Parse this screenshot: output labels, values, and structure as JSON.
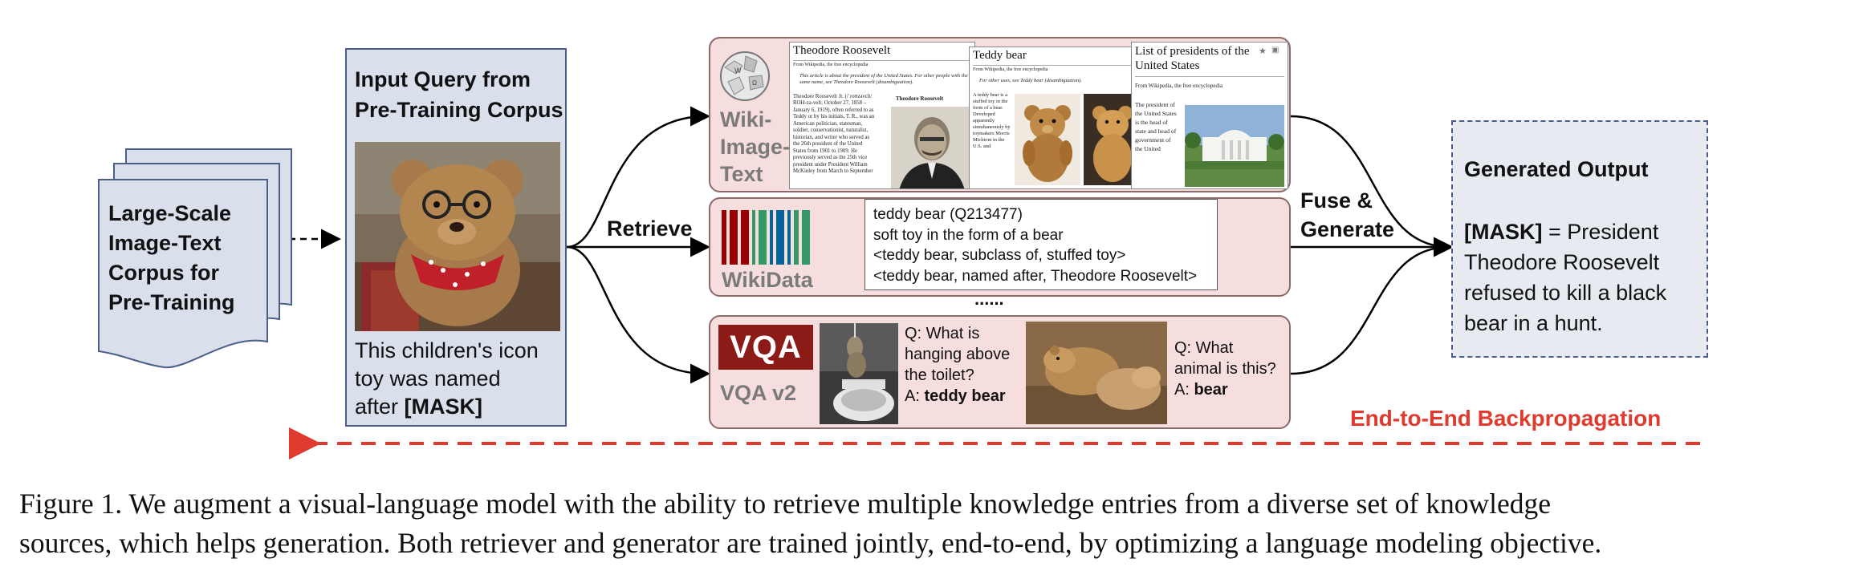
{
  "corpus": {
    "lines": [
      "Large-Scale",
      "Image-Text",
      "Corpus for",
      "Pre-Training"
    ]
  },
  "query": {
    "title_lines": [
      "Input Query from",
      "Pre-Training Corpus"
    ],
    "text_lines": [
      "This children's icon",
      "toy was named"
    ],
    "text_last_prefix": "after ",
    "mask": "[MASK]"
  },
  "retrieve_label": "Retrieve",
  "fuse_label_lines": [
    "Fuse &",
    "Generate"
  ],
  "ellipsis": "......",
  "wiki": {
    "label_lines": [
      "Wiki-",
      "Image-",
      "Text"
    ],
    "page1": {
      "title": "Theodore Roosevelt",
      "subtitle": "From Wikipedia, the free encyclopedia",
      "note": "This article is about the president of the United States. For other people with the same name, see Theodore Roosevelt (disambiguation).",
      "body": "Theodore Roosevelt Jr. (/ˈroʊzəvɛlt/ ROH-zə-velt; October 27, 1858 – January 6, 1919), often referred to as Teddy or by his initials, T. R., was an American politician, statesman, soldier, conservationist, naturalist, historian, and writer who served as the 26th president of the United States from 1901 to 1909. He previously served as the 25th vice president under President William McKinley from March to September",
      "caption": "Theodore Roosevelt"
    },
    "page2": {
      "title": "Teddy bear",
      "subtitle": "From Wikipedia, the free encyclopedia",
      "note": "For other uses, see Teddy bear (disambiguation).",
      "body": "A teddy bear is a stuffed toy in the form of a bear. Developed apparently simultaneously by toymakers Morris Michtom in the U.S. and"
    },
    "page3": {
      "title": "List of presidents of the United States",
      "subtitle": "From Wikipedia, the free encyclopedia",
      "body": "The president of the United States is the head of state and head of government of the United"
    }
  },
  "wikidata": {
    "label": "WikiData",
    "lines": [
      "teddy bear (Q213477)",
      "soft toy in the form of a bear",
      "<teddy bear, subclass of, stuffed toy>",
      "<teddy bear, named after, Theodore Roosevelt>"
    ]
  },
  "vqa": {
    "logo_text": "VQA",
    "label": "VQA v2",
    "qa1": {
      "q_lines": [
        "Q: What is",
        "hanging above",
        "the toilet?"
      ],
      "a_prefix": "A: ",
      "a_bold": "teddy bear"
    },
    "qa2": {
      "q_lines": [
        "Q: What",
        "animal is this?"
      ],
      "a_prefix": "A: ",
      "a_bold": "bear"
    }
  },
  "output": {
    "title": "Generated Output",
    "mask": "[MASK]",
    "first_rest": " = President",
    "lines": [
      "Theodore Roosevelt",
      "refused to kill a black",
      "bear in a hunt."
    ]
  },
  "backprop_label": "End-to-End Backpropagation",
  "caption": {
    "line1": "Figure 1. We augment a visual-language model with the ability to retrieve multiple knowledge entries from a diverse set of knowledge",
    "line2": "sources, which helps generation. Both retriever and generator are trained jointly, end-to-end, by optimizing a language modeling objective."
  },
  "colors": {
    "blue_fill": "#d9dfeb",
    "blue_border": "#4a5e88",
    "pink_fill": "#f7dede",
    "red": "#e03a2f",
    "gray_label": "#7a7a7a"
  }
}
